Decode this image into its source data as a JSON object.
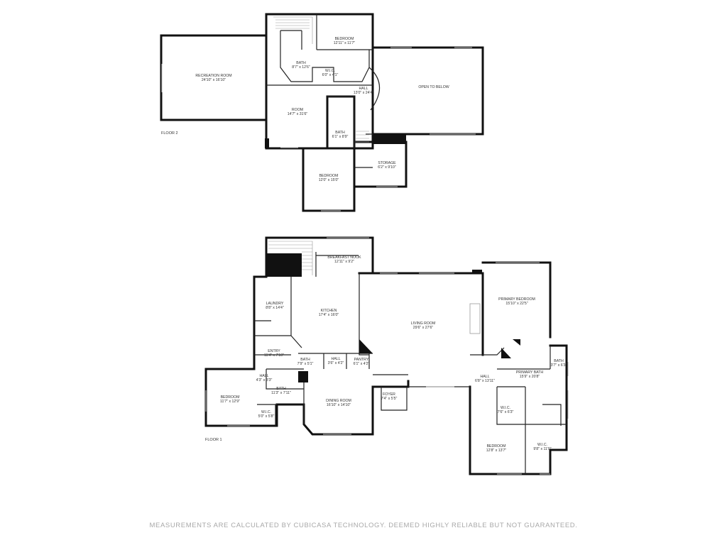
{
  "floor2": {
    "label": "FLOOR 2",
    "rooms": [
      {
        "id": "bedroom-2a",
        "name": "BEDROOM",
        "dims": "12'11\" x 11'7\""
      },
      {
        "id": "bath-2a",
        "name": "BATH",
        "dims": "8'7\" x 12'6\""
      },
      {
        "id": "wic-2a",
        "name": "W.I.C.",
        "dims": "6'0\" x 4'1\""
      },
      {
        "id": "hall-2",
        "name": "HALL",
        "dims": "13'0\" x 24'4\""
      },
      {
        "id": "open-to-below",
        "name": "OPEN TO BELOW",
        "dims": ""
      },
      {
        "id": "recreation-room",
        "name": "RECREATION ROOM",
        "dims": "24'10\" x 16'10\""
      },
      {
        "id": "room-2",
        "name": "ROOM",
        "dims": "14'7\" x 31'6\""
      },
      {
        "id": "bath-2b",
        "name": "BATH",
        "dims": "6'1\" x 8'9\""
      },
      {
        "id": "storage",
        "name": "STORAGE",
        "dims": "6'2\" x 9'10\""
      },
      {
        "id": "bedroom-2b",
        "name": "BEDROOM",
        "dims": "12'0\" x 15'0\""
      }
    ]
  },
  "floor1": {
    "label": "FLOOR 1",
    "rooms": [
      {
        "id": "breakfast-nook",
        "name": "BREAKFAST NOOK",
        "dims": "12'11\" x 9'2\""
      },
      {
        "id": "laundry",
        "name": "LAUNDRY",
        "dims": "8'8\" x 14'4\""
      },
      {
        "id": "kitchen",
        "name": "KITCHEN",
        "dims": "17'4\" x 16'0\""
      },
      {
        "id": "living-room",
        "name": "LIVING ROOM",
        "dims": "29'6\" x 27'6\""
      },
      {
        "id": "primary-bedroom",
        "name": "PRIMARY BEDROOM",
        "dims": "15'10\" x 22'5\""
      },
      {
        "id": "entry",
        "name": "ENTRY",
        "dims": "11'4\" x 7'10\""
      },
      {
        "id": "bath-1a",
        "name": "BATH",
        "dims": "7'9\" x 5'1\""
      },
      {
        "id": "hall-1a",
        "name": "HALL",
        "dims": "3'6\" x 4'2\""
      },
      {
        "id": "pantry",
        "name": "PANTRY",
        "dims": "6'1\" x 4'2\""
      },
      {
        "id": "primary-bath",
        "name": "PRIMARY BATH",
        "dims": "15'9\" x 20'8\""
      },
      {
        "id": "bath-1b",
        "name": "BATH",
        "dims": "3'7\" x 6'3\""
      },
      {
        "id": "hall-1b",
        "name": "HALL",
        "dims": "4'3\" x 3'3\""
      },
      {
        "id": "bath-1c",
        "name": "BATH",
        "dims": "11'3\" x 7'11\""
      },
      {
        "id": "hall-1c",
        "name": "HALL",
        "dims": "6'8\" x 13'11\""
      },
      {
        "id": "bedroom-1a",
        "name": "BEDROOM",
        "dims": "11'7\" x 12'9\""
      },
      {
        "id": "wic-1a",
        "name": "W.I.C.",
        "dims": "5'0\" x 5'8\""
      },
      {
        "id": "dining-room",
        "name": "DINING ROOM",
        "dims": "16'10\" x 14'10\""
      },
      {
        "id": "foyer",
        "name": "FOYER",
        "dims": "7'4\" x 5'5\""
      },
      {
        "id": "wic-1b",
        "name": "W.I.C.",
        "dims": "7'6\" x 6'3\""
      },
      {
        "id": "bedroom-1b",
        "name": "BEDROOM",
        "dims": "12'8\" x 13'7\""
      },
      {
        "id": "wic-1c",
        "name": "W.I.C.",
        "dims": "9'8\" x 11'0\""
      }
    ]
  },
  "footer": "MEASUREMENTS ARE CALCULATED BY CUBICASA TECHNOLOGY. DEEMED HIGHLY RELIABLE BUT NOT GUARANTEED."
}
